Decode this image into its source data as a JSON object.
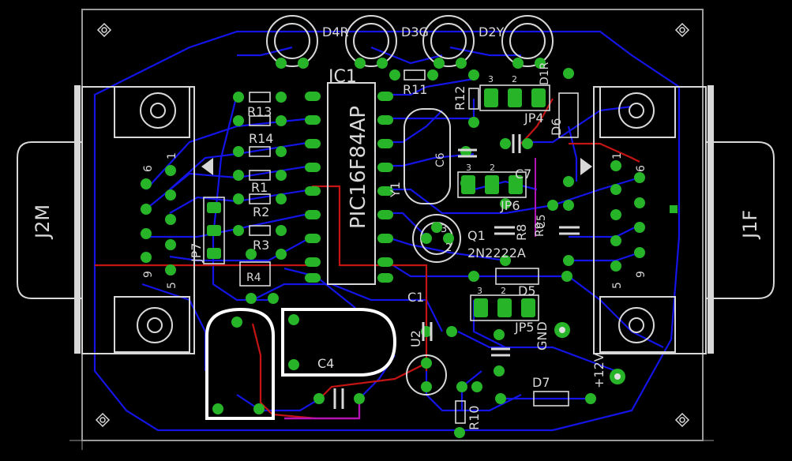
{
  "colors": {
    "background": "#000000",
    "bottom_trace": "#1414e6",
    "top_trace": "#c41414",
    "silk": "#d8d8d8",
    "pad": "#28b428",
    "pad_hole": "#e0e0e0",
    "outline": "#ffffff",
    "board_edge": "#9a9a9a",
    "magenta": "#b414b4"
  },
  "labels": {
    "ic1": "IC1",
    "pic": "PIC16F84AP",
    "d4r": "D4R",
    "d3g": "D3G",
    "d2y": "D2Y",
    "r11": "R11",
    "r12": "R12",
    "r13": "R13",
    "r14": "R14",
    "r1": "R1",
    "r2": "R2",
    "r3": "R3",
    "r4": "R4",
    "r8": "R8",
    "r9": "R9",
    "r10": "R10",
    "c1": "C1",
    "c4": "C4",
    "c5": "C5",
    "c6": "C6",
    "c7": "C7",
    "jp4": "JP4",
    "jp5": "JP5",
    "jp6": "JP6",
    "jp7": "JP7",
    "d1r": "D1R",
    "d5": "D5",
    "d6": "D6",
    "d7": "D7",
    "q1": "Q1",
    "q1_part": "2N2222A",
    "u2": "U2",
    "y1": "Y1",
    "j2m": "J2M",
    "j1f": "J1F",
    "gnd": "GND",
    "plus12v": "+12V",
    "pin6": "6",
    "pin1": "1",
    "pin9": "9",
    "pin5": "5",
    "pin2": "2",
    "pin3": "3"
  }
}
